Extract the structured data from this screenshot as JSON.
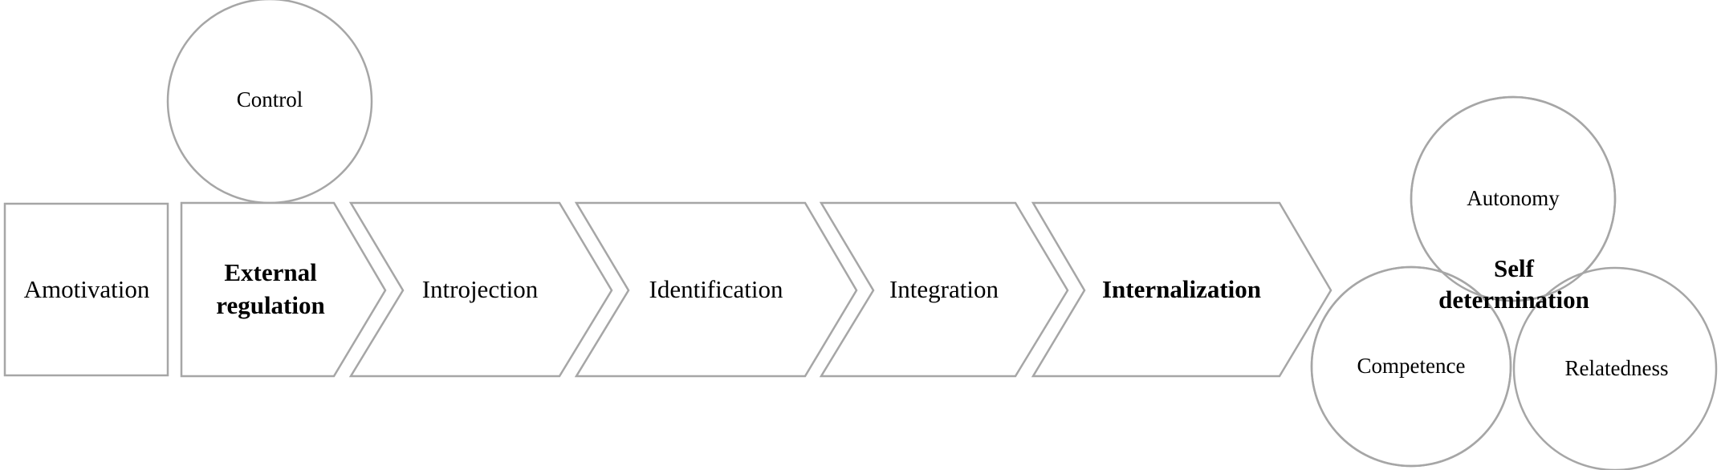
{
  "stages": {
    "amotivation": "Amotivation",
    "external_regulation": [
      "External",
      "regulation"
    ],
    "introjection": "Introjection",
    "identification": "Identification",
    "integration": "Integration",
    "internalization": "Internalization"
  },
  "control": "Control",
  "self_determination": {
    "title": [
      "Self",
      "determination"
    ],
    "autonomy": "Autonomy",
    "competence": "Competence",
    "relatedness": "Relatedness"
  },
  "colors": {
    "stroke": "#a6a6a6",
    "fill": "#ffffff",
    "text": "#000000"
  }
}
